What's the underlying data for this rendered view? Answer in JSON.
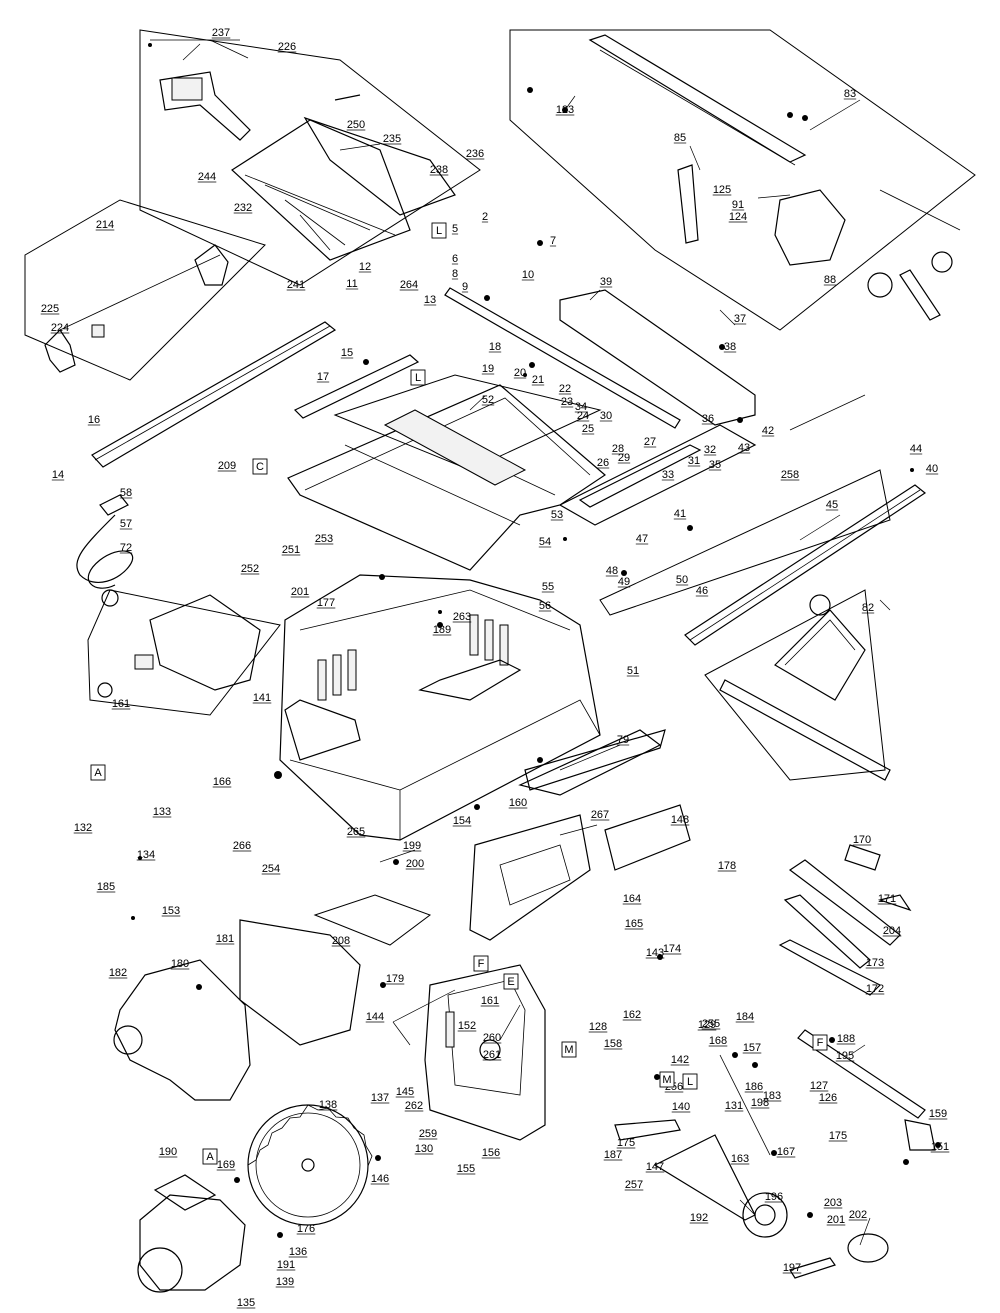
{
  "diagram": {
    "callouts": [
      "2",
      "5",
      "6",
      "7",
      "8",
      "9",
      "10",
      "11",
      "12",
      "13",
      "14",
      "15",
      "16",
      "17",
      "18",
      "19",
      "20",
      "21",
      "22",
      "23",
      "24",
      "25",
      "26",
      "27",
      "28",
      "29",
      "30",
      "31",
      "32",
      "33",
      "34",
      "35",
      "36",
      "37",
      "38",
      "39",
      "40",
      "41",
      "42",
      "43",
      "44",
      "45",
      "46",
      "47",
      "48",
      "49",
      "50",
      "51",
      "52",
      "53",
      "54",
      "55",
      "56",
      "57",
      "58",
      "72",
      "79",
      "82",
      "83",
      "85",
      "88",
      "91",
      "123",
      "124",
      "125",
      "126",
      "127",
      "128",
      "129",
      "130",
      "131",
      "132",
      "133",
      "134",
      "135",
      "136",
      "137",
      "138",
      "139",
      "140",
      "141",
      "142",
      "143",
      "144",
      "145",
      "146",
      "147",
      "148",
      "151",
      "152",
      "153",
      "154",
      "155",
      "156",
      "157",
      "158",
      "159",
      "160",
      "161",
      "161",
      "162",
      "163",
      "164",
      "165",
      "166",
      "167",
      "168",
      "169",
      "170",
      "171",
      "172",
      "173",
      "174",
      "175",
      "175",
      "176",
      "177",
      "178",
      "179",
      "180",
      "181",
      "182",
      "183",
      "184",
      "185",
      "186",
      "187",
      "188",
      "189",
      "190",
      "191",
      "192",
      "195",
      "196",
      "197",
      "198",
      "199",
      "200",
      "201",
      "201",
      "202",
      "203",
      "204",
      "208",
      "209",
      "214",
      "224",
      "225",
      "226",
      "232",
      "235",
      "236",
      "237",
      "238",
      "241",
      "244",
      "250",
      "251",
      "252",
      "253",
      "254",
      "255",
      "256",
      "257",
      "258",
      "259",
      "260",
      "261",
      "262",
      "263",
      "264",
      "265",
      "266",
      "267"
    ],
    "reference_letters": [
      "A",
      "A",
      "C",
      "E",
      "F",
      "F",
      "L",
      "L",
      "L",
      "M",
      "M"
    ]
  }
}
